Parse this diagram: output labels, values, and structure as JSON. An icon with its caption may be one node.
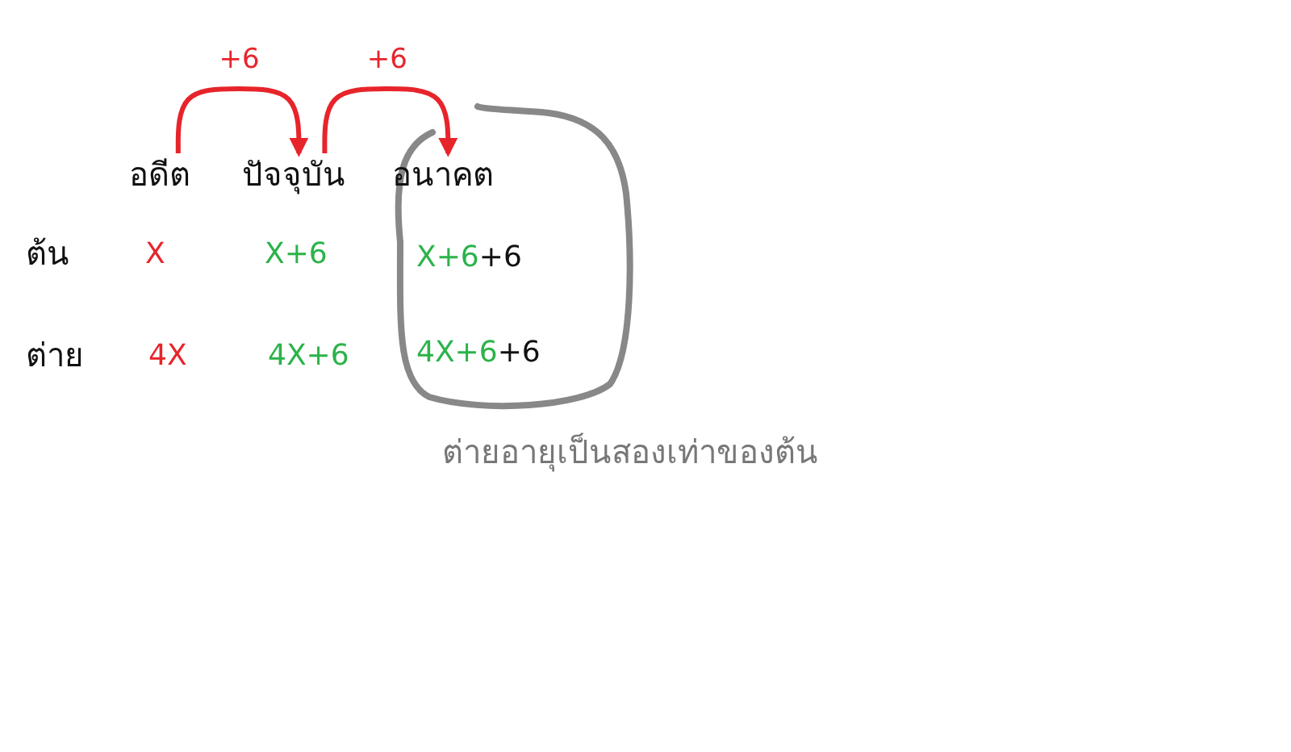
{
  "diagram": {
    "nodes": [
      {
        "text": [
          "อดีต"
        ]
      },
      {
        "text": [
          "ปัจจุบัน"
        ]
      },
      {
        "text": [
          "อนาคต"
        ]
      }
    ],
    "edges": [
      {
        "from": 0,
        "to": 1,
        "arrow": "to",
        "label": "+6"
      },
      {
        "from": 1,
        "to": 2,
        "arrow": "to",
        "label": "+6"
      }
    ],
    "labels": [
      "ต้น",
      "X",
      "X+6",
      "X+6",
      "+6",
      "ต่าย",
      "4X",
      "4X+6",
      "4X+6",
      "+6",
      "ต่ายอายุเป็นสองเท่าของต้น"
    ]
  }
}
